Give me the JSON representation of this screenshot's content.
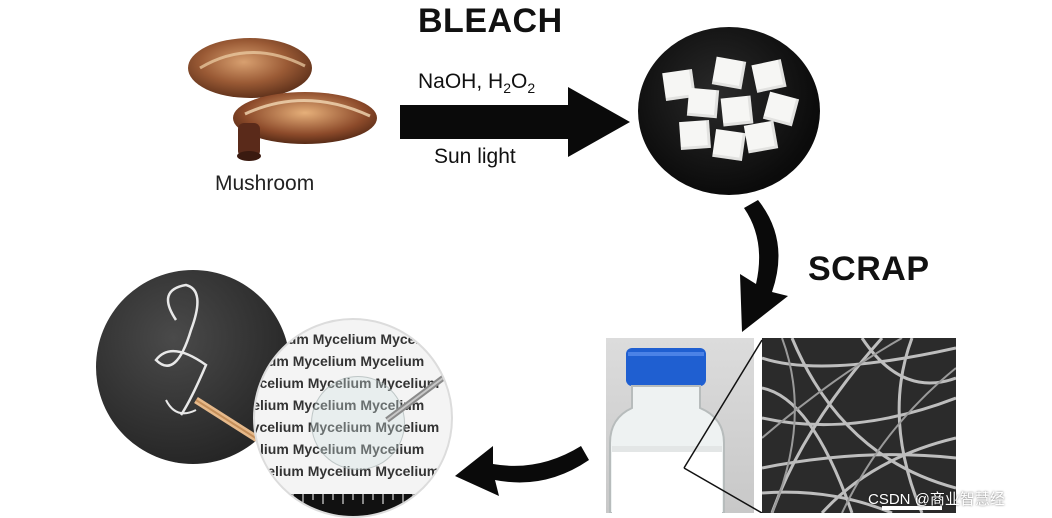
{
  "title": "BLEACH",
  "reagent": {
    "prefix": "NaOH, H",
    "sub1": "2",
    "mid": "O",
    "sub2": "2"
  },
  "condition": "Sun light",
  "mushroom_label": "Mushroom",
  "scrap_label": "SCRAP",
  "film_text": "Mycelium",
  "watermark": "CSDN @商业智慧经",
  "colors": {
    "arrow": "#0a0a0a",
    "bottle_cap": "#1f5fd1",
    "dish": "#0b0b0b",
    "film_bg": "#f4f4f4"
  }
}
